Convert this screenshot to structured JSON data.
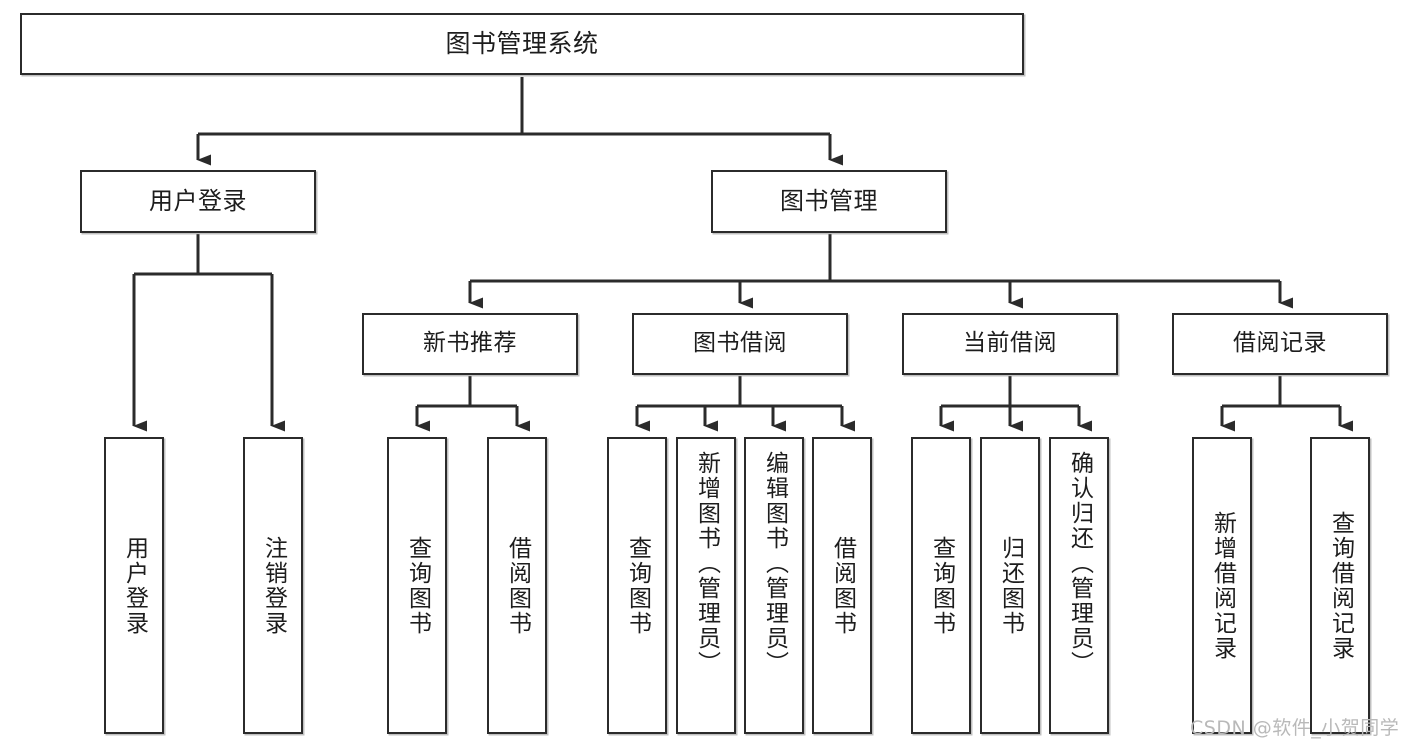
{
  "diagram": {
    "type": "tree-hierarchy",
    "title": "图书管理系统",
    "watermark": "CSDN @软件_小贺同学",
    "colors": {
      "box_border": "#2b2b2b",
      "box_fill": "#ffffff",
      "edge": "#2b2b2b",
      "text": "#1d1d1d",
      "watermark": "#b9b9b9"
    },
    "nodes": {
      "root": {
        "label": "图书管理系统",
        "orientation": "horizontal"
      },
      "level2": [
        {
          "id": "user-login",
          "label": "用户登录",
          "orientation": "horizontal"
        },
        {
          "id": "book-manage",
          "label": "图书管理",
          "orientation": "horizontal"
        }
      ],
      "level3": [
        {
          "id": "new-book-recommend",
          "label": "新书推荐",
          "orientation": "horizontal"
        },
        {
          "id": "book-borrow",
          "label": "图书借阅",
          "orientation": "horizontal"
        },
        {
          "id": "current-borrow",
          "label": "当前借阅",
          "orientation": "horizontal"
        },
        {
          "id": "borrow-record",
          "label": "借阅记录",
          "orientation": "horizontal"
        }
      ],
      "leaves": [
        {
          "id": "leaf-user-login",
          "label": "用户登录",
          "parent": "user-login",
          "orientation": "vertical"
        },
        {
          "id": "leaf-user-logout",
          "label": "注销登录",
          "parent": "user-login",
          "orientation": "vertical"
        },
        {
          "id": "leaf-query-book-1",
          "label": "查询图书",
          "parent": "new-book-recommend",
          "orientation": "vertical"
        },
        {
          "id": "leaf-borrow-book-1",
          "label": "借阅图书",
          "parent": "new-book-recommend",
          "orientation": "vertical"
        },
        {
          "id": "leaf-query-book-2",
          "label": "查询图书",
          "parent": "book-borrow",
          "orientation": "vertical"
        },
        {
          "id": "leaf-add-book",
          "label": "新增图书（管理员）",
          "parent": "book-borrow",
          "orientation": "vertical"
        },
        {
          "id": "leaf-edit-book",
          "label": "编辑图书（管理员）",
          "parent": "book-borrow",
          "orientation": "vertical"
        },
        {
          "id": "leaf-borrow-book-2",
          "label": "借阅图书",
          "parent": "book-borrow",
          "orientation": "vertical"
        },
        {
          "id": "leaf-query-book-3",
          "label": "查询图书",
          "parent": "current-borrow",
          "orientation": "vertical"
        },
        {
          "id": "leaf-return-book",
          "label": "归还图书",
          "parent": "current-borrow",
          "orientation": "vertical"
        },
        {
          "id": "leaf-confirm-return",
          "label": "确认归还（管理员）",
          "parent": "current-borrow",
          "orientation": "vertical"
        },
        {
          "id": "leaf-add-record",
          "label": "新增借阅记录",
          "parent": "borrow-record",
          "orientation": "vertical"
        },
        {
          "id": "leaf-query-record",
          "label": "查询借阅记录",
          "parent": "borrow-record",
          "orientation": "vertical"
        }
      ]
    }
  }
}
